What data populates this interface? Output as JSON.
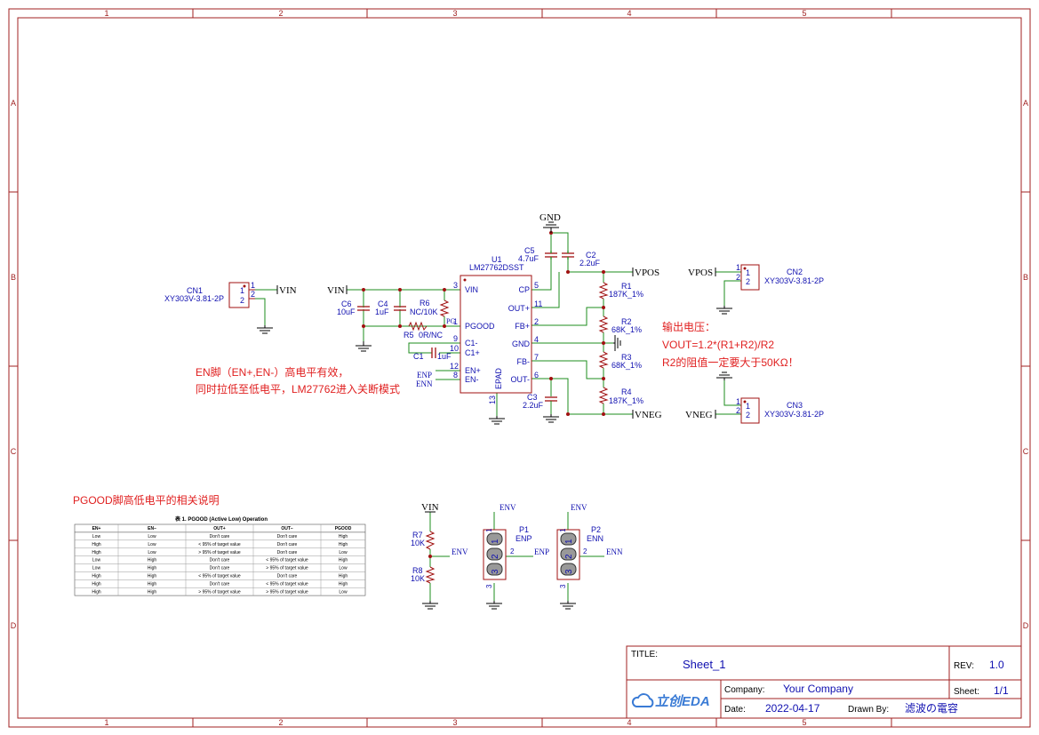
{
  "frame": {
    "cols": [
      "1",
      "2",
      "3",
      "4",
      "5"
    ],
    "rows": [
      "A",
      "B",
      "C",
      "D"
    ]
  },
  "colors": {
    "frame": "#a02020",
    "wire": "#1e8c1e",
    "part": "#a01010",
    "pin": "#1010b0",
    "note": "#e02020",
    "power": "#000000"
  },
  "ic": {
    "ref": "U1",
    "name": "LM27762DSST",
    "left_pins": [
      {
        "num": "3",
        "name": "VIN"
      },
      {
        "num": "1",
        "name": "PGOOD"
      },
      {
        "num": "9",
        "name": "C1-"
      },
      {
        "num": "10",
        "name": "C1+"
      },
      {
        "num": "12",
        "name": "EN+"
      },
      {
        "num": "8",
        "name": "EN-"
      }
    ],
    "right_pins": [
      {
        "num": "5",
        "name": "CP"
      },
      {
        "num": "11",
        "name": "OUT+"
      },
      {
        "num": "2",
        "name": "FB+"
      },
      {
        "num": "4",
        "name": "GND"
      },
      {
        "num": "7",
        "name": "FB-"
      },
      {
        "num": "6",
        "name": "OUT-"
      }
    ],
    "bottom_pin": {
      "num": "13",
      "name": "EPAD"
    }
  },
  "parts": {
    "c5": {
      "ref": "C5",
      "val": "4.7uF"
    },
    "c2": {
      "ref": "C2",
      "val": "2.2uF"
    },
    "c6": {
      "ref": "C6",
      "val": "10uF"
    },
    "c4": {
      "ref": "C4",
      "val": "1uF"
    },
    "r6": {
      "ref": "R6",
      "val": "NC/10K"
    },
    "r5": {
      "ref": "R5",
      "val": "0R/NC"
    },
    "c1": {
      "ref": "C1",
      "val": "1uF"
    },
    "c3": {
      "ref": "C3",
      "val": "2.2uF"
    },
    "r1": {
      "ref": "R1",
      "val": "187K_1%"
    },
    "r2": {
      "ref": "R2",
      "val": "68K_1%"
    },
    "r3": {
      "ref": "R3",
      "val": "68K_1%"
    },
    "r4": {
      "ref": "R4",
      "val": "187K_1%"
    },
    "r7": {
      "ref": "R7",
      "val": "10K"
    },
    "r8": {
      "ref": "R8",
      "val": "10K"
    },
    "cn1": {
      "ref": "CN1",
      "val": "XY303V-3.81-2P"
    },
    "cn2": {
      "ref": "CN2",
      "val": "XY303V-3.81-2P"
    },
    "cn3": {
      "ref": "CN3",
      "val": "XY303V-3.81-2P"
    },
    "p1": {
      "ref": "P1",
      "val": "ENP"
    },
    "p2": {
      "ref": "P2",
      "val": "ENN"
    }
  },
  "nets": {
    "gnd": "GND",
    "vin": "VIN",
    "vpos": "VPOS",
    "vneg": "VNEG",
    "enp": "ENP",
    "enn": "ENN",
    "env": "ENV",
    "pg": "PG"
  },
  "notes": {
    "vout_title": "输出电压：",
    "vout_formula": "VOUT=1.2*(R1+R2)/R2",
    "r2_note": "R2的阻值一定要大于50KΩ！",
    "en_line1": "EN脚（EN+,EN-）高电平有效，",
    "en_line2": "同时拉低至低电平，LM27762进入关断模式",
    "pgood_title": "PGOOD脚高低电平的相关说明"
  },
  "pgood_table": {
    "caption": "表 1. PGOOD (Active Low) Operation",
    "headers": [
      "EN+",
      "EN–",
      "OUT+",
      "OUT–",
      "PGOOD"
    ],
    "rows": [
      [
        "Low",
        "Low",
        "Don't care",
        "Don't care",
        "High"
      ],
      [
        "High",
        "Low",
        "< 95% of target value",
        "Don't care",
        "High"
      ],
      [
        "High",
        "Low",
        "> 95% of target value",
        "Don't care",
        "Low"
      ],
      [
        "Low",
        "High",
        "Don't care",
        "< 95% of target value",
        "High"
      ],
      [
        "Low",
        "High",
        "Don't care",
        "> 95% of target value",
        "Low"
      ],
      [
        "High",
        "High",
        "< 95% of target value",
        "Don't care",
        "High"
      ],
      [
        "High",
        "High",
        "Don't care",
        "< 95% of target value",
        "High"
      ],
      [
        "High",
        "High",
        "> 95% of target value",
        "> 95% of target value",
        "Low"
      ]
    ]
  },
  "title_block": {
    "title_label": "TITLE:",
    "title": "Sheet_1",
    "rev_label": "REV:",
    "rev": "1.0",
    "logo": "立创EDA",
    "company_label": "Company:",
    "company": "Your Company",
    "sheet_label": "Sheet:",
    "sheet": "1/1",
    "date_label": "Date:",
    "date": "2022-04-17",
    "drawn_label": "Drawn By:",
    "drawn": "滤波の電容"
  }
}
